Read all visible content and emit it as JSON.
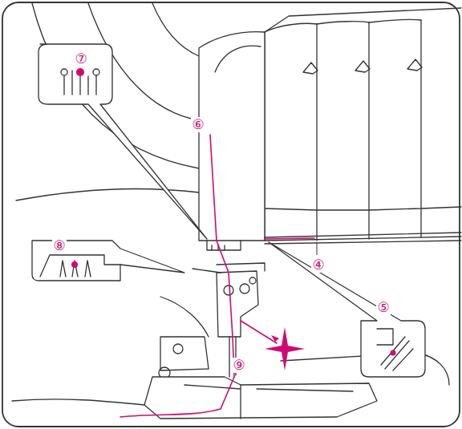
{
  "diagram": {
    "labels": [
      "⑦",
      "⑥",
      "⑧",
      "④",
      "⑤",
      "⑨"
    ]
  }
}
